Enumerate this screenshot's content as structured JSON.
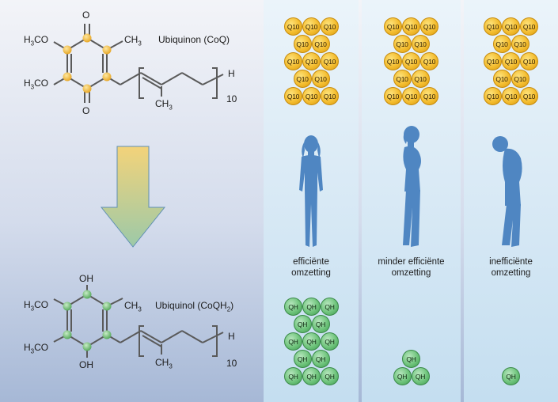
{
  "molecules": [
    {
      "name": "Ubiquinon (CoQ)",
      "top_group": "O",
      "bottom_group": "O",
      "left_top_group": "H3CO",
      "left_bottom_group": "H3CO",
      "methyl_group": "CH3",
      "chain_methyl": "CH3",
      "chain_end": "H",
      "repeat_count": "10",
      "atom_color": "#f2b93a"
    },
    {
      "name": "Ubiquinol (CoQH2)",
      "top_group": "OH",
      "bottom_group": "OH",
      "left_top_group": "H3CO",
      "left_bottom_group": "H3CO",
      "methyl_group": "CH3",
      "chain_methyl": "CH3",
      "chain_end": "H",
      "repeat_count": "10",
      "atom_color": "#7dc47e"
    }
  ],
  "arrow": {
    "color_top": "#f3d37a",
    "color_bottom": "#9cc9a8"
  },
  "columns": [
    {
      "caption_line1": "efficiënte",
      "caption_line2": "omzetting",
      "q10_count": 13,
      "qh_count": 13,
      "figure": "young-woman-figure"
    },
    {
      "caption_line1": "minder efficiënte",
      "caption_line2": "omzetting",
      "q10_count": 13,
      "qh_count": 3,
      "figure": "adult-woman-figure"
    },
    {
      "caption_line1": "inefficiënte",
      "caption_line2": "omzetting",
      "q10_count": 13,
      "qh_count": 1,
      "figure": "elderly-woman-figure"
    }
  ],
  "coin_labels": {
    "q10": "Q10",
    "qh": "QH"
  },
  "colors": {
    "figure": "#4f86c2",
    "q10": "#f4bd30",
    "qh": "#6fc47c"
  }
}
